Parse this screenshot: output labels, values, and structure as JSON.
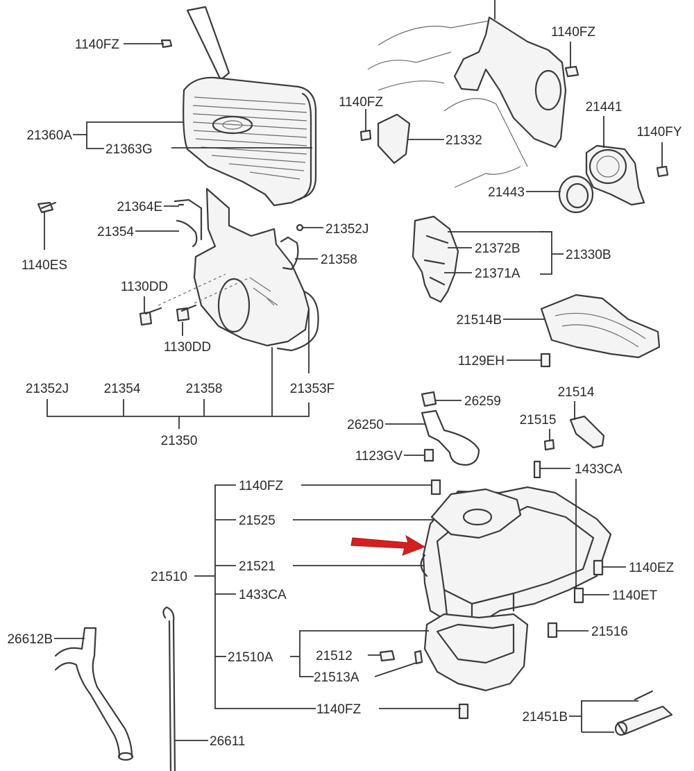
{
  "labels": {
    "l_1140FZ_top": "1140FZ",
    "l_21360A": "21360A",
    "l_21363G": "21363G",
    "l_21364E": "21364E",
    "l_21354": "21354",
    "l_1140ES": "1140ES",
    "l_1130DD_a": "1130DD",
    "l_1130DD_b": "1130DD",
    "l_21352J": "21352J",
    "l_21358": "21358",
    "l_21353F": "21353F",
    "l_g21352J": "21352J",
    "l_g21354": "21354",
    "l_g21358": "21358",
    "l_21350": "21350",
    "l_1140FZ_mid": "1140FZ",
    "l_21332": "21332",
    "l_1140FZ_tr": "1140FZ",
    "l_21441": "21441",
    "l_1140FY": "1140FY",
    "l_21443": "21443",
    "l_21372B": "21372B",
    "l_21371A": "21371A",
    "l_21330B": "21330B",
    "l_21514B": "21514B",
    "l_1129EH": "1129EH",
    "l_26259": "26259",
    "l_26250": "26250",
    "l_1123GV": "1123GV",
    "l_21514": "21514",
    "l_21515": "21515",
    "l_1433CA_top": "1433CA",
    "l_1140FZ_pan": "1140FZ",
    "l_21525": "21525",
    "l_21521": "21521",
    "l_21510": "21510",
    "l_1433CA_pan": "1433CA",
    "l_1140EZ": "1140EZ",
    "l_1140ET": "1140ET",
    "l_21516": "21516",
    "l_21510A": "21510A",
    "l_21512": "21512",
    "l_21513A": "21513A",
    "l_1140FZ_bot": "1140FZ",
    "l_21451B": "21451B",
    "l_26612B": "26612B",
    "l_26611": "26611"
  },
  "colors": {
    "line": "#3a3a3a",
    "arrow": "#d42020"
  },
  "icons": {
    "callout": "red-arrow-icon"
  }
}
